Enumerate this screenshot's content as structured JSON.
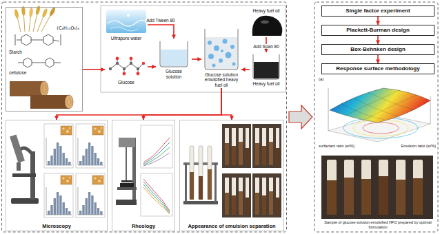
{
  "diagram": {
    "nodes": [
      {
        "text": [
          "(C₆H₁₀O₅)ₙ",
          "Starch",
          "cellulose"
        ]
      },
      {
        "text": [
          "Ultrapure water"
        ]
      },
      {
        "text": [
          "Glucose"
        ]
      },
      {
        "text": [
          "Glucose solution"
        ]
      },
      {
        "text": [
          "Glucose solution emulsified heavy fuel oil"
        ]
      },
      {
        "text": [
          "Heavy fuel oil"
        ]
      },
      {
        "text": [
          "Heavy fuel oil"
        ]
      },
      {
        "text": [
          "Microscopy"
        ]
      },
      {
        "text": [
          "Rheology"
        ]
      },
      {
        "text": [
          "Appearance of emulsion separation"
        ]
      },
      {
        "text": [
          "Single factor experiment"
        ]
      },
      {
        "text": [
          "Plackett-Burman design"
        ]
      },
      {
        "text": [
          "Box-Behnken design"
        ]
      },
      {
        "text": [
          "Response surface methodology"
        ]
      }
    ],
    "edges": [
      {
        "from": 0,
        "to": 2,
        "arrow": "to"
      },
      {
        "from": 1,
        "to": 3,
        "label": "Add Tween 80",
        "arrow": "to"
      },
      {
        "from": 2,
        "to": 3,
        "arrow": "to"
      },
      {
        "from": 3,
        "to": 4,
        "arrow": "to"
      },
      {
        "from": 5,
        "to": 6,
        "label": "Add Span 80",
        "arrow": "to"
      },
      {
        "from": 6,
        "to": 4,
        "arrow": "to"
      },
      {
        "from": 4,
        "to": 7,
        "arrow": "to"
      },
      {
        "from": 4,
        "to": 8,
        "arrow": "to"
      },
      {
        "from": 4,
        "to": 9,
        "arrow": "to"
      },
      {
        "from": 10,
        "to": 11,
        "arrow": "to"
      },
      {
        "from": 11,
        "to": 12,
        "arrow": "to"
      },
      {
        "from": 12,
        "to": 13,
        "arrow": "to"
      }
    ],
    "labels": [
      "(a)",
      "surfactant ratio (w/%)",
      "Emulsion ratio (w/%)",
      "Sample of glucose solution emulsified HFO prepared by optimal formulation"
    ]
  }
}
